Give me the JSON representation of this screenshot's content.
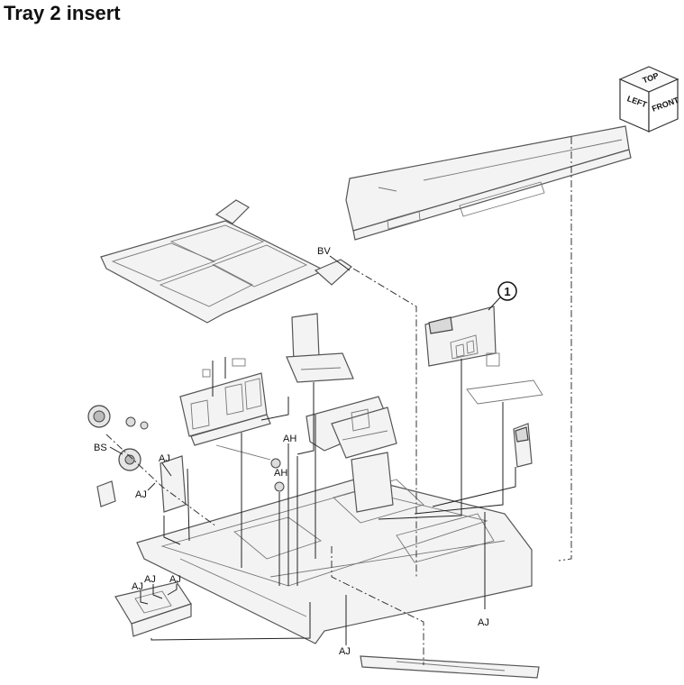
{
  "title": "Tray 2 insert",
  "orientation_cube": {
    "top": "TOP",
    "left": "LEFT",
    "front": "FRONT"
  },
  "callout": {
    "number": "1"
  },
  "labels": {
    "bv": "BV",
    "bs": "BS",
    "aj_gear": "AJ",
    "aj_gear2": "AJ",
    "ah_top": "AH",
    "ah_mid": "AH",
    "aj_left1": "AJ",
    "aj_left2": "AJ",
    "aj_left3": "AJ",
    "aj_bottom": "AJ",
    "aj_right": "AJ"
  }
}
